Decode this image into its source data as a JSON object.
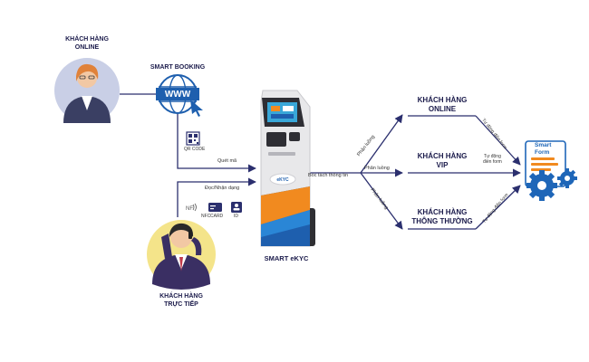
{
  "customers": {
    "online_label": "KHÁCH HÀNG\nONLINE",
    "direct_label": "KHÁCH HÀNG\nTRỰC TIẾP"
  },
  "booking": {
    "label": "SMART BOOKING",
    "globe_text": "WWW",
    "qr_label": "QR CODE",
    "scan_label": "Quét mã"
  },
  "reading": {
    "label": "Đọc/Nhận dạng",
    "nfc_label": "NFC",
    "card_label": "CARD",
    "id_label": "ID"
  },
  "kiosk": {
    "label": "SMART eKYC",
    "extract_label": "Bóc tách thông tin"
  },
  "routing": {
    "classify_label": "Phân luồng",
    "targets": [
      {
        "label": "KHÁCH HÀNG\nONLINE",
        "fill_label": "Tự động điền form"
      },
      {
        "label": "KHÁCH HÀNG\nVIP",
        "fill_label": "Tự động\nđiền form"
      },
      {
        "label": "KHÁCH HÀNG\nTHÔNG THƯỜNG",
        "fill_label": "Tự động điền form"
      }
    ]
  },
  "smart_form": {
    "title": "Smart\nForm"
  },
  "colors": {
    "navy": "#1b1b4b",
    "line": "#2b2f6e",
    "blue": "#1e5fae",
    "orange": "#f18a1f",
    "circle_online": "#c9cfe6",
    "circle_direct": "#f4e48a",
    "gear": "#1e66b8"
  }
}
